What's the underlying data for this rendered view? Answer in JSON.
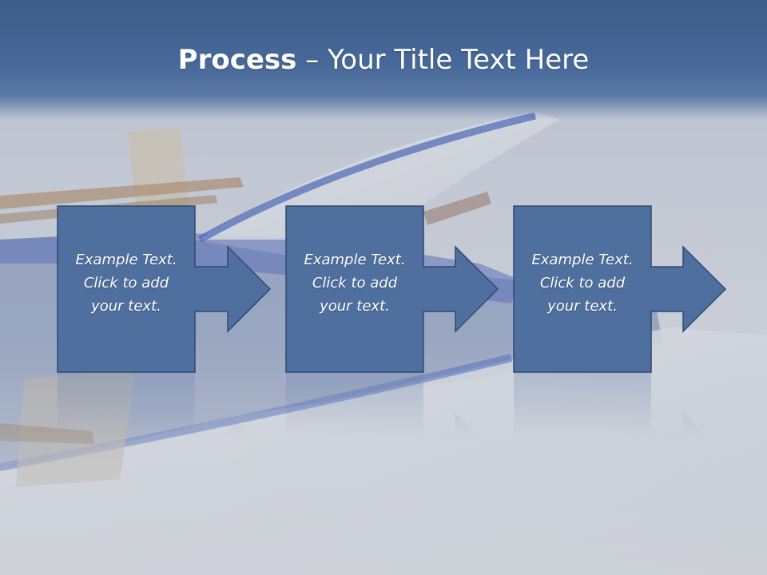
{
  "slide": {
    "title_bold": "Process",
    "title_dash": " – ",
    "title_rest": "Your Title Text Here"
  },
  "steps": [
    {
      "line1": "Example Text.",
      "line2": "Click  to add",
      "line3": "your text."
    },
    {
      "line1": "Example Text.",
      "line2": "Click  to add",
      "line3": "your text."
    },
    {
      "line1": "Example Text.",
      "line2": "Click  to add",
      "line3": "your text."
    }
  ],
  "colors": {
    "box_fill": "#4f6f9f",
    "box_stroke": "#2f4a72",
    "title_band": "#3d5c88"
  },
  "background": {
    "image": "blue-rowboat-on-water"
  }
}
